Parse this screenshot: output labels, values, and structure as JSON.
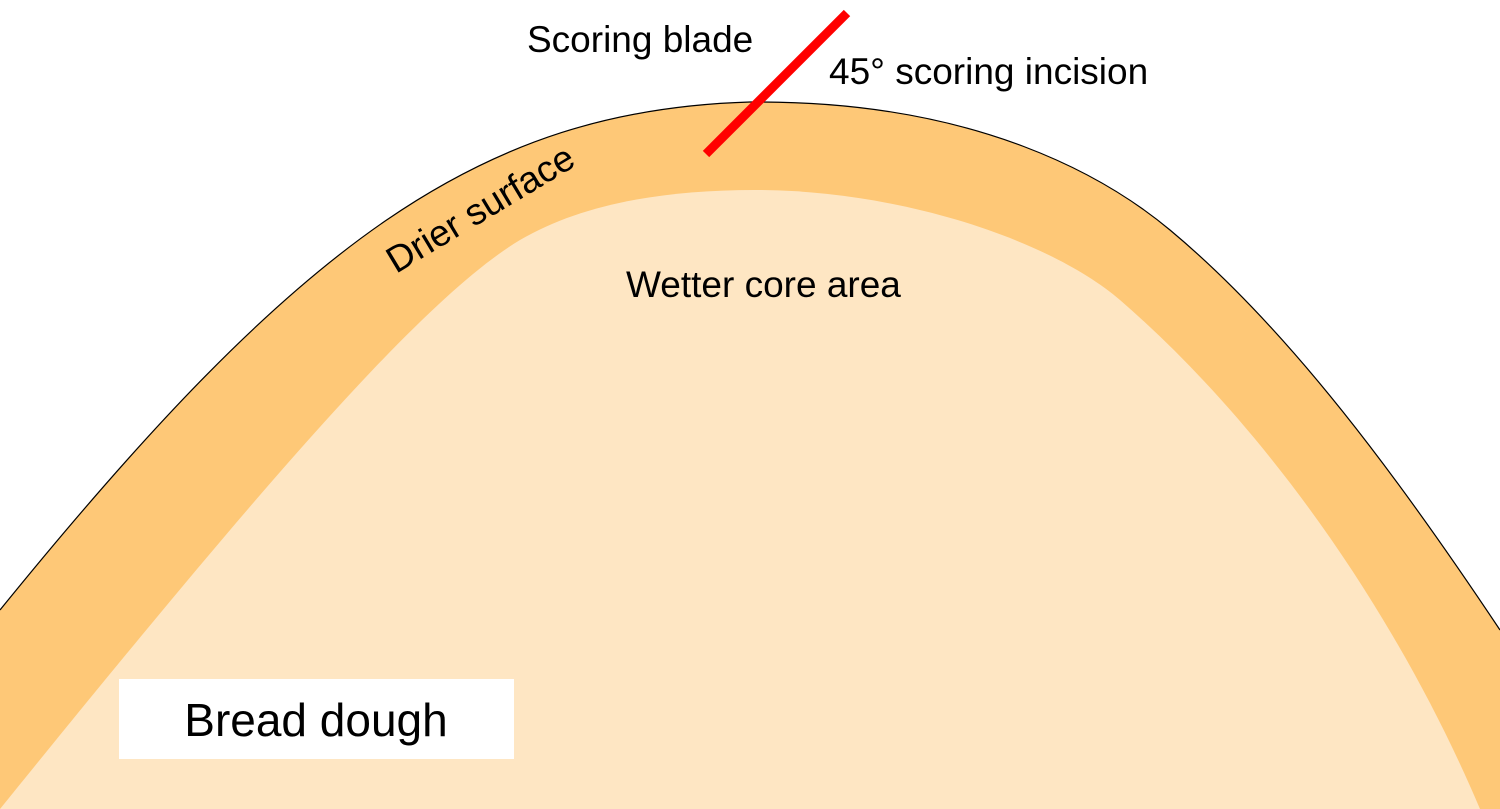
{
  "diagram": {
    "labels": {
      "scoring_blade": "Scoring blade",
      "scoring_incision": "45° scoring incision",
      "drier_surface": "Drier surface",
      "wetter_core": "Wetter core area",
      "bread_dough": "Bread dough"
    },
    "colors": {
      "background": "#ffffff",
      "crust": "#fec877",
      "core": "#fee6c3",
      "outline": "#000000",
      "blade": "#ff0000",
      "label_box": "#ffffff"
    }
  }
}
